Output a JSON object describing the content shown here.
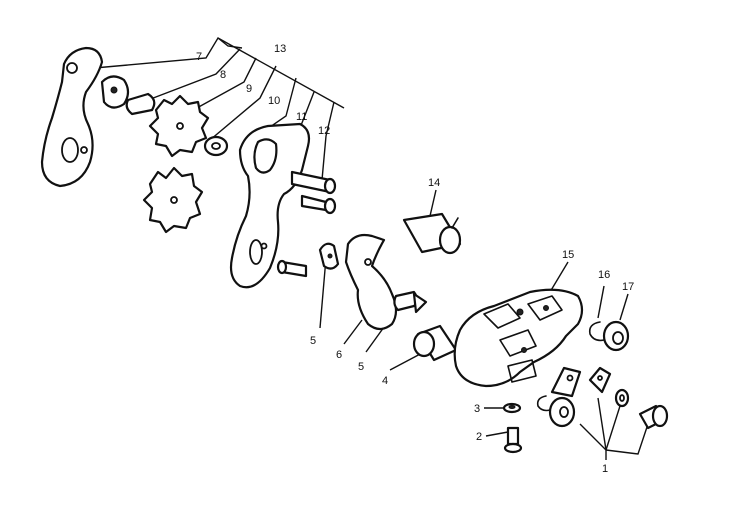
{
  "labels": {
    "l1": "1",
    "l2": "2",
    "l3": "3",
    "l4": "4",
    "l5a": "5",
    "l5b": "5",
    "l6": "6",
    "l7": "7",
    "l8": "8",
    "l9": "9",
    "l10": "10",
    "l11": "11",
    "l12": "12",
    "l13": "13",
    "l14": "14",
    "l15": "15",
    "l16": "16",
    "l17": "17"
  }
}
